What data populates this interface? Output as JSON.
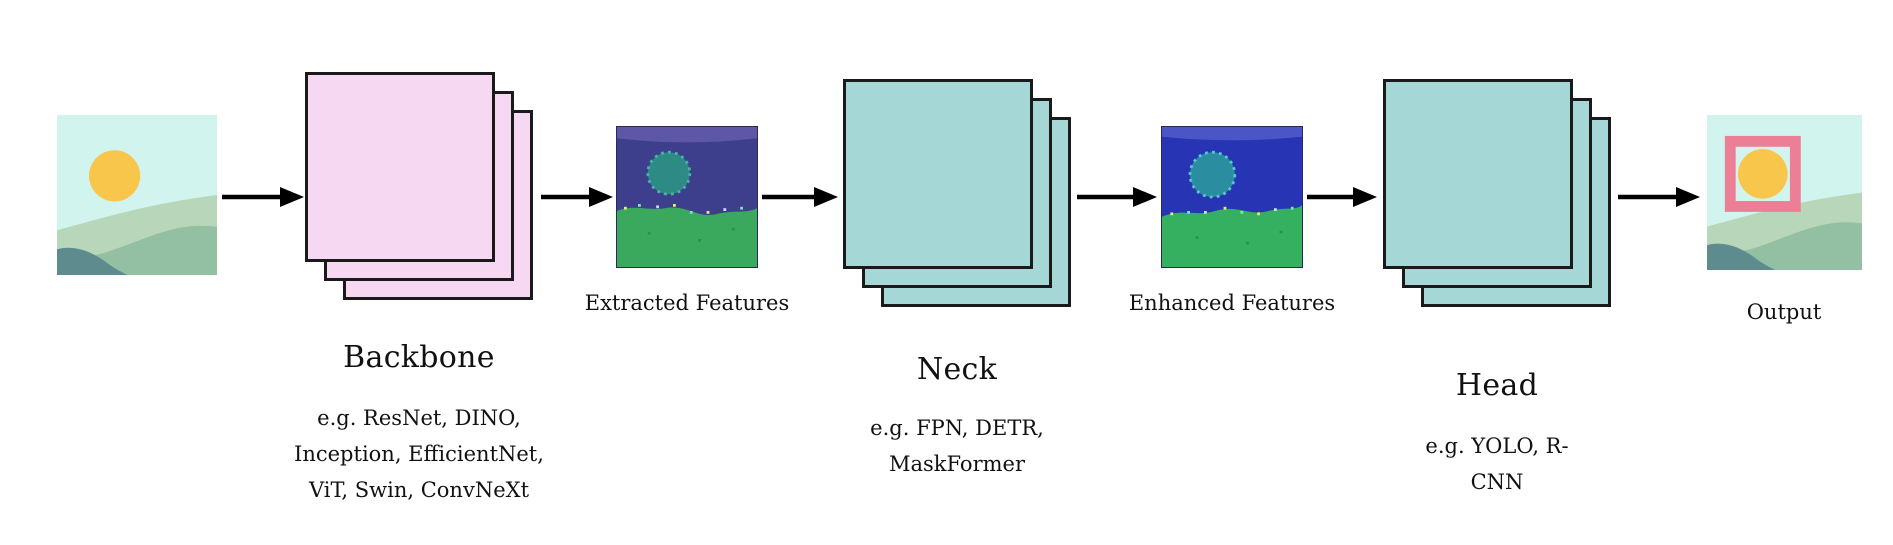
{
  "stages": {
    "backbone": {
      "title": "Backbone",
      "examples": [
        "e.g. ResNet, DINO,",
        "Inception, EfficientNet,",
        "ViT, Swin, ConvNeXt"
      ]
    },
    "neck": {
      "title": "Neck",
      "examples": [
        "e.g. FPN, DETR,",
        "MaskFormer"
      ]
    },
    "head": {
      "title": "Head",
      "examples": [
        "e.g. YOLO, R-",
        "CNN"
      ]
    }
  },
  "artifacts": {
    "extracted": {
      "label": "Extracted Features"
    },
    "enhanced": {
      "label": "Enhanced Features"
    },
    "output": {
      "label": "Output"
    }
  },
  "colors": {
    "background": "#ffffff",
    "backbone_fill": "#f6d8f2",
    "neck_fill": "#a6d7d7",
    "head_fill": "#a6d7d7",
    "sheet_border": "#1a1a1a",
    "arrow": "#000000",
    "output_box": "#ec7f96"
  }
}
